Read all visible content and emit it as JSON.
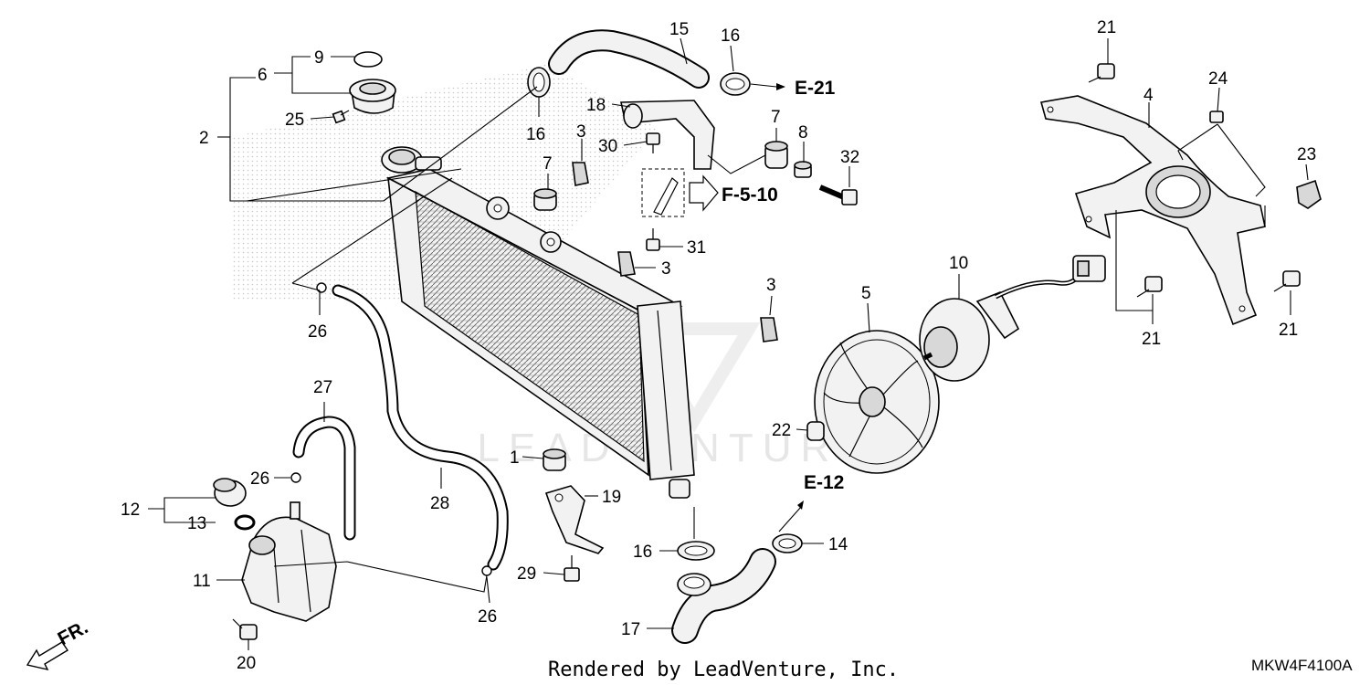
{
  "callouts": {
    "c1": "1",
    "c2": "2",
    "c3a": "3",
    "c3b": "3",
    "c3c": "3",
    "c4": "4",
    "c5": "5",
    "c6": "6",
    "c7a": "7",
    "c7b": "7",
    "c8": "8",
    "c9": "9",
    "c10": "10",
    "c11": "11",
    "c12": "12",
    "c13": "13",
    "c14": "14",
    "c15": "15",
    "c16a": "16",
    "c16b": "16",
    "c16c": "16",
    "c17": "17",
    "c18": "18",
    "c19": "19",
    "c20": "20",
    "c21a": "21",
    "c21b": "21",
    "c21c": "21",
    "c22": "22",
    "c23": "23",
    "c24": "24",
    "c25": "25",
    "c26a": "26",
    "c26b": "26",
    "c26c": "26",
    "c27": "27",
    "c28": "28",
    "c29": "29",
    "c30": "30",
    "c31": "31",
    "c32": "32"
  },
  "references": {
    "e21": "E-21",
    "f510": "F-5-10",
    "e12": "E-12",
    "fr": "FR."
  },
  "footer": {
    "rendered_by": "Rendered by LeadVenture, Inc.",
    "diagram_code": "MKW4F4100A"
  },
  "watermark": {
    "text": "LEADVENTURE"
  }
}
